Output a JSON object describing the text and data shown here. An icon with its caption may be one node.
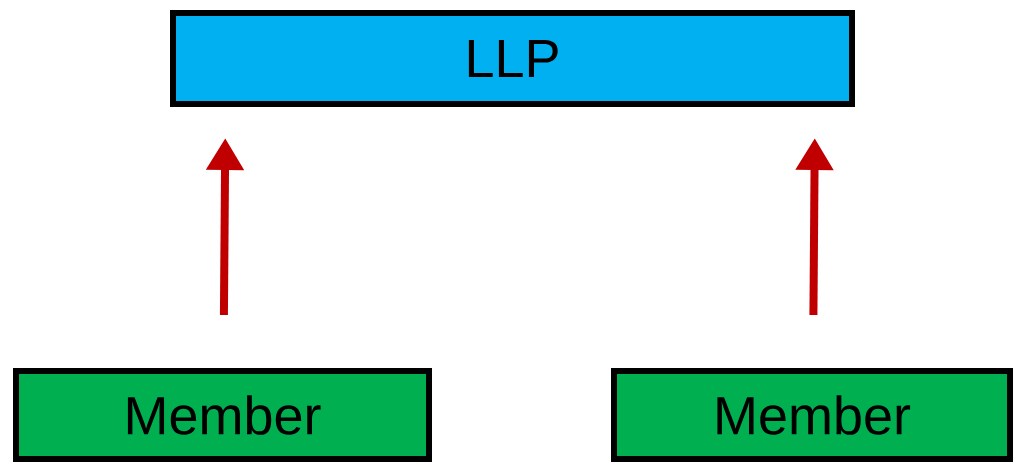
{
  "diagram": {
    "nodes": [
      {
        "text": [
          "LLP"
        ]
      },
      {
        "text": [
          "Member"
        ]
      },
      {
        "text": [
          "Member"
        ]
      }
    ],
    "edges": [
      {
        "from": 1,
        "to": 0,
        "arrow": "to"
      },
      {
        "from": 2,
        "to": 0,
        "arrow": "to"
      }
    ]
  }
}
